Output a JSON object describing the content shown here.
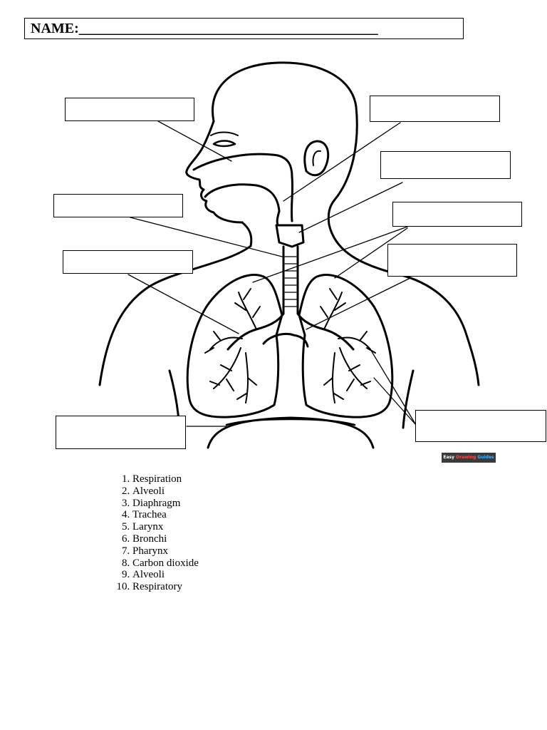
{
  "header": {
    "name_label": "NAME:",
    "name_blank": "__________________________________________"
  },
  "logo": {
    "word1": "Easy",
    "word2": "Drawing",
    "word3": "Guides"
  },
  "terms": [
    "Respiration",
    "Alveoli",
    "Diaphragm",
    "Trachea",
    "Larynx",
    "Bronchi",
    "Pharynx",
    "Carbon dioxide",
    "Alveoli",
    "Respiratory"
  ]
}
